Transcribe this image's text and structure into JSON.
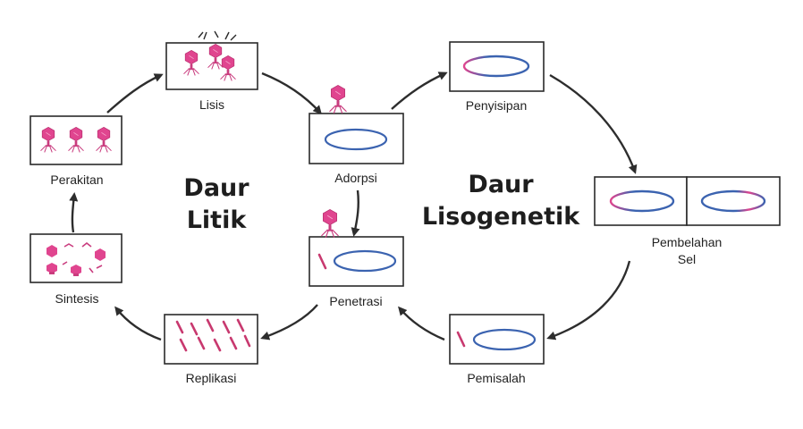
{
  "titles": {
    "lytic_line1": "Daur",
    "lytic_line2": "Litik",
    "lysogenic_line1": "Daur",
    "lysogenic_line2": "Lisogenetik"
  },
  "stages": {
    "lisis": "Lisis",
    "adorpsi": "Adorpsi",
    "perakitan": "Perakitan",
    "sintesis": "Sintesis",
    "penetrasi": "Penetrasi",
    "replikasi": "Replikasi",
    "penyisipan": "Penyisipan",
    "pembelahan_line1": "Pembelahan",
    "pembelahan_line2": "Sel",
    "pemisalah": "Pemisalah"
  },
  "colors": {
    "phage": "#e0458f",
    "dna": "#c8396f",
    "plasmid": "#3b63b0",
    "arrow": "#2d2d2d"
  },
  "icons": [
    "bacteriophage-icon",
    "plasmid-ring-icon",
    "dna-fragment-icon",
    "curved-arrow-icon"
  ]
}
